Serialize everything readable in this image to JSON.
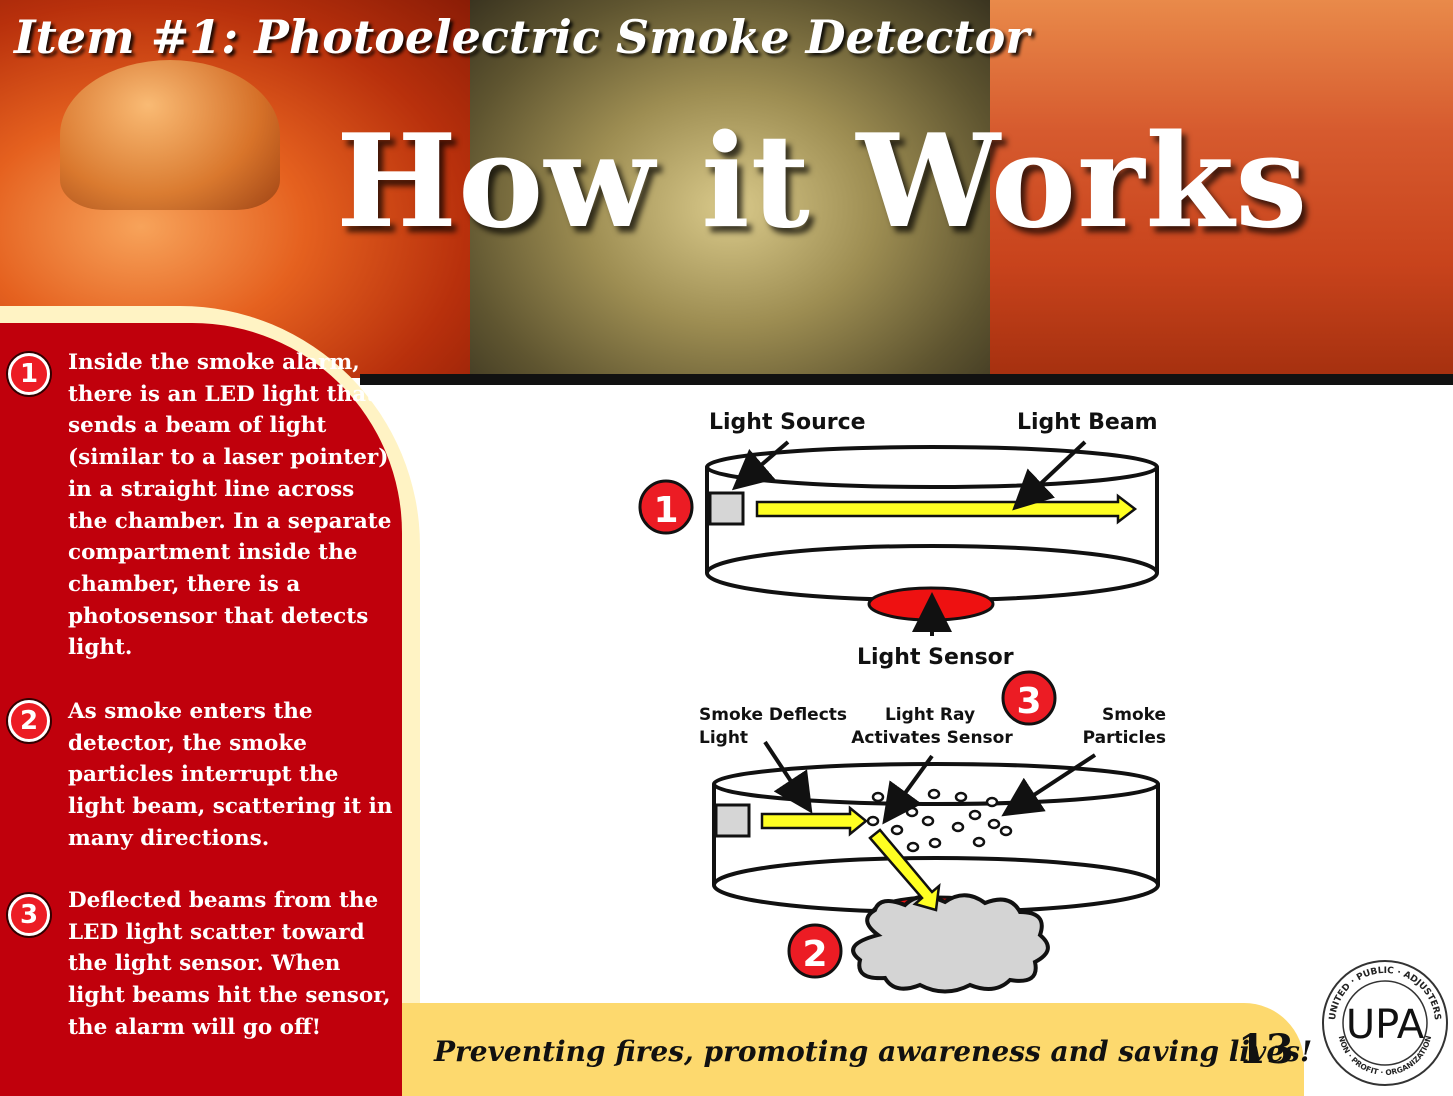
{
  "header": {
    "item_title": "Item #1: Photoelectric Smoke Detector",
    "heading": "How it Works"
  },
  "steps": [
    {
      "number": "1",
      "text": "Inside the smoke alarm, there is an LED light that sends a beam of light (similar to a laser pointer) in a straight line across the chamber.  In a separate compartment inside the chamber, there is a photosensor that detects light."
    },
    {
      "number": "2",
      "text": "As smoke enters the detector, the smoke particles interrupt the light beam, scattering it in many directions."
    },
    {
      "number": "3",
      "text": "Deflected beams from the LED light scatter toward the light sensor.  When light beams hit the sensor, the alarm will go off!"
    }
  ],
  "diagram_top": {
    "badge": "1",
    "light_source": "Light Source",
    "light_beam": "Light Beam",
    "light_sensor": "Light Sensor"
  },
  "diagram_bottom": {
    "badge_3": "3",
    "badge_2": "2",
    "smoke_deflects_1": "Smoke Deflects",
    "smoke_deflects_2": "Light",
    "light_ray_1": "Light Ray",
    "light_ray_2": "Activates Sensor",
    "smoke_particles_1": "Smoke",
    "smoke_particles_2": "Particles"
  },
  "footer": {
    "tagline": "Preventing fires, promoting awareness and saving lives!",
    "page_number": "13"
  },
  "logo": {
    "text": "UPA",
    "ring_top": "UNITED · PUBLIC · ADJUSTERS",
    "ring_bottom": "NON · PROFIT · ORGANIZATION"
  }
}
